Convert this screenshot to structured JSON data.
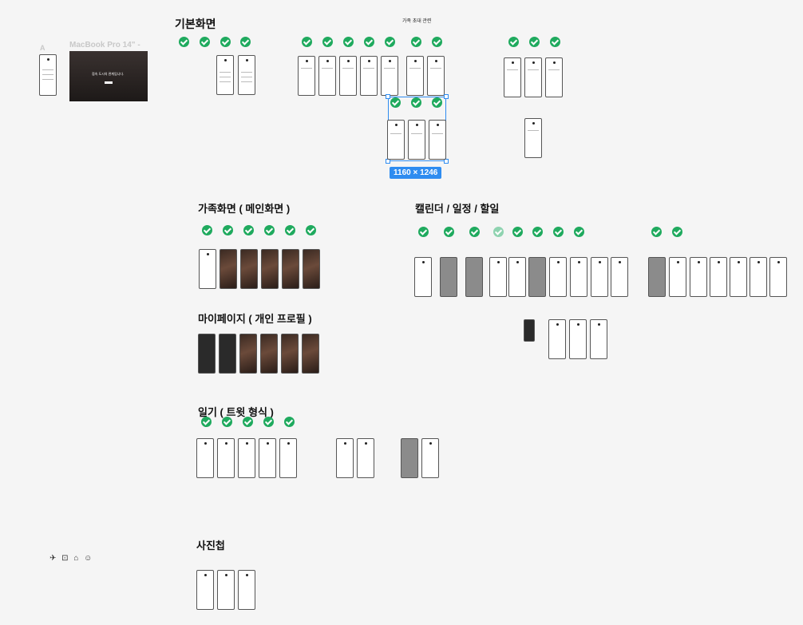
{
  "headings": {
    "basic": "기본화면",
    "family_invite": "가족 초대 관련",
    "family_main": "가족화면 ( 메인화면 )",
    "calendar": "캘린더 / 일정 / 할일",
    "mypage": "마이페이지 ( 개인 프로필 )",
    "diary": "일기 ( 트윗 형식 )",
    "album": "사진첩"
  },
  "macbook": {
    "label": "MacBook Pro 14\" -",
    "hero_text": "접속 도시의 관계입니다."
  },
  "selection_size": "1160 × 1246",
  "frame_marker": "A",
  "colors": {
    "check": "#1faa5e",
    "selection": "#2e8cf0",
    "canvas": "#f5f5f5"
  }
}
